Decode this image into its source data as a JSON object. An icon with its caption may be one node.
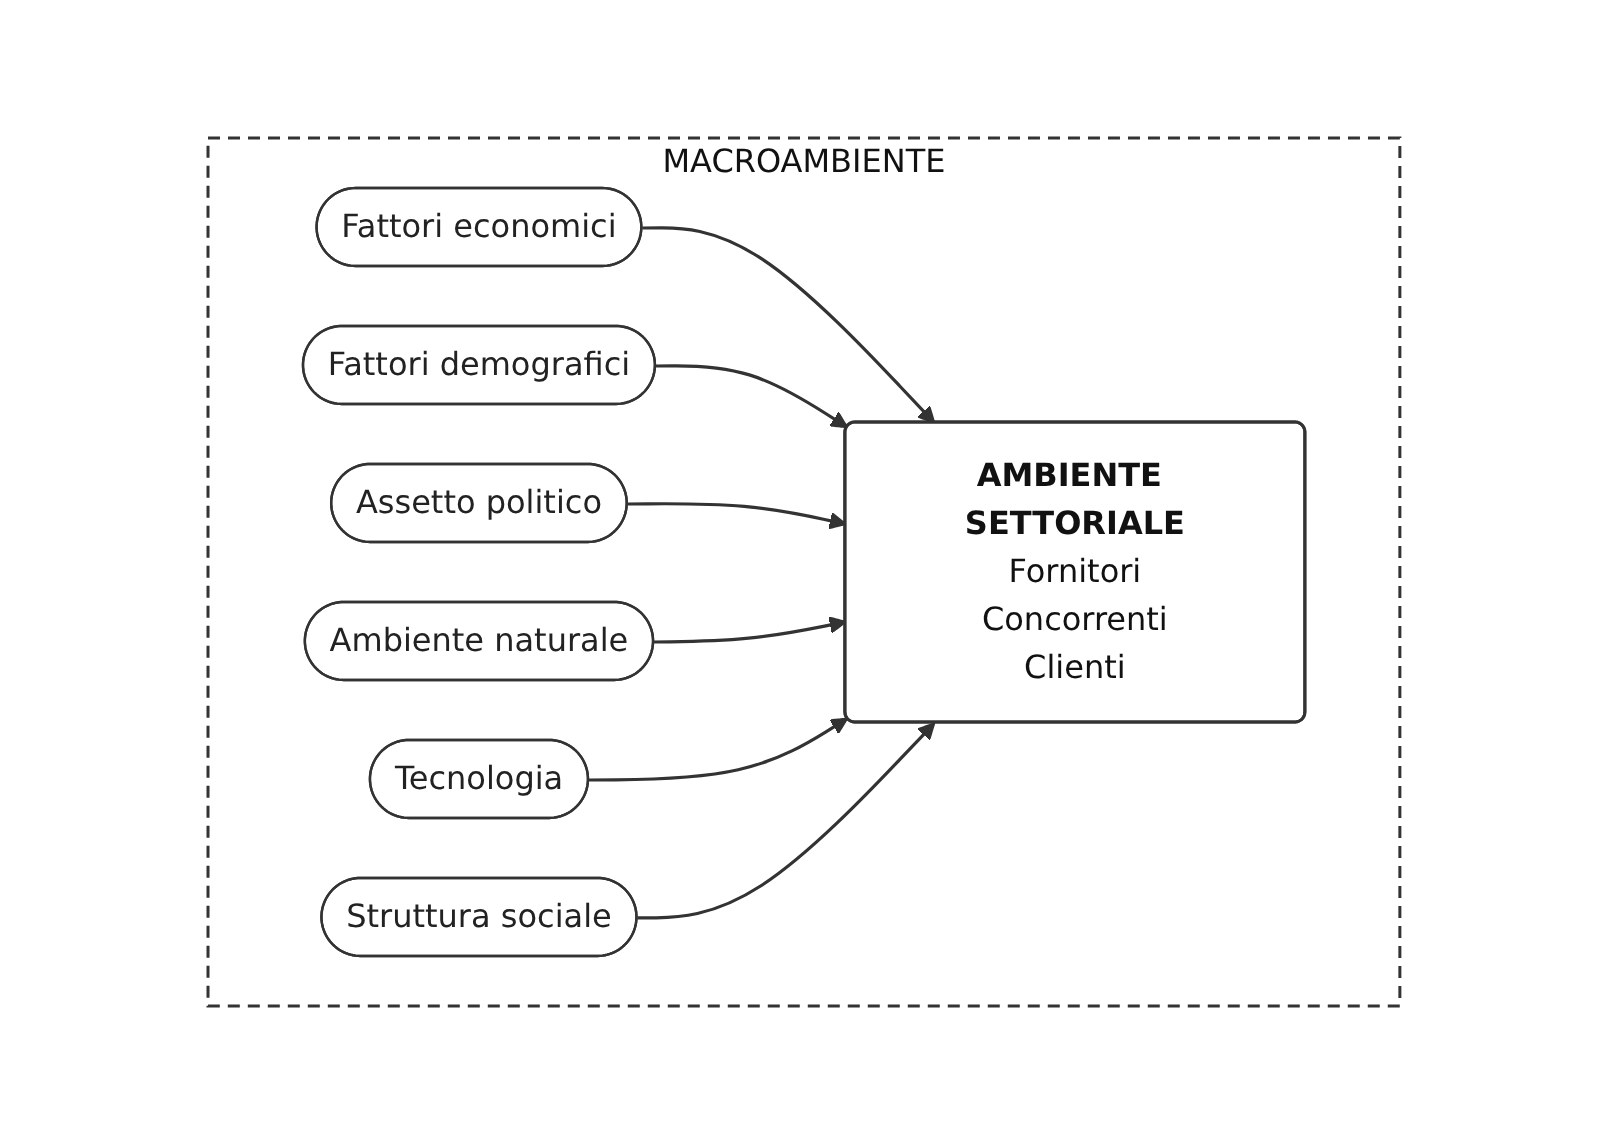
{
  "diagram": {
    "nodes": [
      {
        "text": [
          "MACROAMBIENTE"
        ]
      },
      {
        "text": [
          "Fattori economici"
        ],
        "in": 0
      },
      {
        "text": [
          "Fattori demografici"
        ],
        "in": 0
      },
      {
        "text": [
          "AMBIENTE SETTORIALE",
          "Fornitori",
          "Concorrenti",
          "Clienti"
        ],
        "in": 0
      },
      {
        "text": [
          "Assetto politico"
        ],
        "in": 0
      },
      {
        "text": [
          "Ambiente naturale"
        ],
        "in": 0
      },
      {
        "text": [
          "Tecnologia"
        ],
        "in": 0
      },
      {
        "text": [
          "Struttura sociale"
        ],
        "in": 0
      }
    ],
    "edges": [
      {
        "from": 1,
        "to": 3,
        "arrow": "to"
      },
      {
        "from": 2,
        "to": 3,
        "arrow": "to"
      },
      {
        "from": 4,
        "to": 3,
        "arrow": "to"
      },
      {
        "from": 5,
        "to": 3,
        "arrow": "to"
      },
      {
        "from": 6,
        "to": 3,
        "arrow": "to"
      },
      {
        "from": 7,
        "to": 3,
        "arrow": "to"
      }
    ]
  }
}
